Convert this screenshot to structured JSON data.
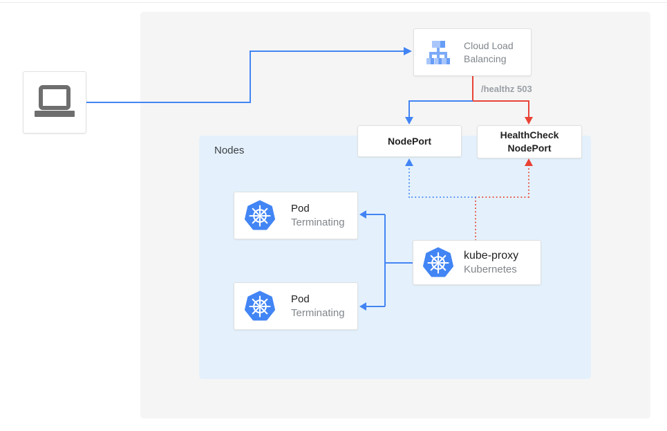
{
  "colors": {
    "blue": "#4284F4",
    "red": "#E94335",
    "panel": "#F5F5F5",
    "nodes_bg": "#E4F1FC",
    "card_border": "#E0E0E0",
    "ink": "#212121",
    "gray_text": "#80868B",
    "healthz_gray": "#9AA0A6",
    "laptop_gray": "#6E6E6E",
    "k8s_blue": "#4285F4",
    "lb_light": "#A9C6FB",
    "lb_med": "#669DF6",
    "lb_trunk": "#7BAAF7"
  },
  "load_balancer": {
    "label": "Cloud Load Balancing"
  },
  "healthz_label": "/healthz 503",
  "nodeport": {
    "label": "NodePort"
  },
  "healthcheck_nodeport": {
    "label": "HealthCheck NodePort"
  },
  "nodes": {
    "label": "Nodes",
    "pods": [
      {
        "title": "Pod",
        "subtitle": "Terminating"
      },
      {
        "title": "Pod",
        "subtitle": "Terminating"
      }
    ],
    "kube_proxy": {
      "title": "kube-proxy",
      "subtitle": "Kubernetes"
    }
  }
}
